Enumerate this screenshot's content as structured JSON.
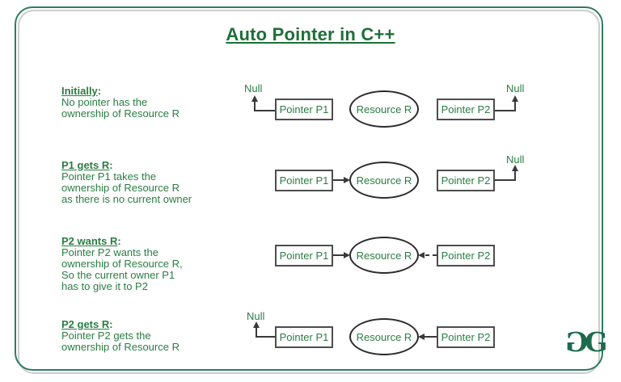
{
  "title": "Auto Pointer in C++",
  "colon": ":",
  "colors": {
    "text_green": "#2a7d42",
    "title_green": "#1d7038",
    "frame_green": "#2e7d5c",
    "gray_line": "#cccccc",
    "line_dark": "#3a3a3a",
    "box_border": "#4d4d4d",
    "logo_green": "#1d6b4e"
  },
  "logo": {
    "g_mirrored": "G",
    "g": "G"
  },
  "rows": [
    {
      "heading": "Initially",
      "lines": [
        "No pointer has the",
        "ownership of Resource R"
      ],
      "p1_null": "Null",
      "p2_null": "Null",
      "p1": "Pointer P1",
      "resource": "Resource R",
      "p2": "Pointer P2"
    },
    {
      "heading": "P1 gets R",
      "lines": [
        "Pointer P1 takes the",
        "ownership of Resource R",
        "as there is no current owner"
      ],
      "p2_null": "Null",
      "p1": "Pointer P1",
      "resource": "Resource R",
      "p2": "Pointer P2"
    },
    {
      "heading": "P2 wants R",
      "lines": [
        "Pointer P2 wants the",
        "ownership of Resource R,",
        "So the current owner P1",
        "has to give it to P2"
      ],
      "p1": "Pointer P1",
      "resource": "Resource R",
      "p2": "Pointer P2"
    },
    {
      "heading": "P2 gets R",
      "lines": [
        "Pointer P2 gets the",
        "ownership of Resource R"
      ],
      "p1_null": "Null",
      "p1": "Pointer P1",
      "resource": "Resource R",
      "p2": "Pointer P2"
    }
  ]
}
